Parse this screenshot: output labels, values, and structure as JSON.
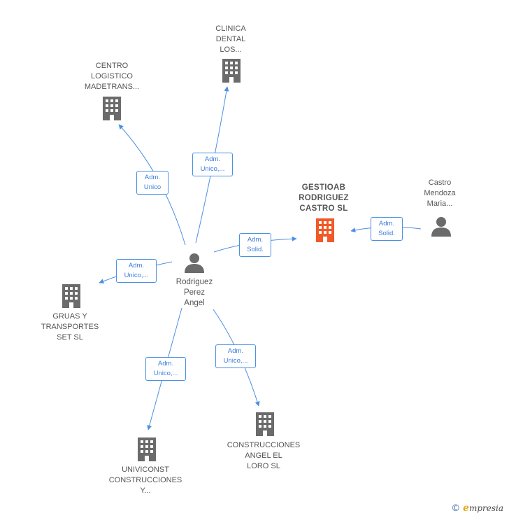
{
  "nodes": {
    "clinica": {
      "label": "CLINICA\nDENTAL\nLOS..."
    },
    "centro": {
      "label": "CENTRO\nLOGISTICO\nMADETRANS..."
    },
    "gestioab": {
      "label": "GESTIOAB\nRODRIGUEZ\nCASTRO  SL"
    },
    "castro": {
      "label": "Castro\nMendoza\nMaria..."
    },
    "rodriguez": {
      "label": "Rodriguez\nPerez\nAngel"
    },
    "gruas": {
      "label": "GRUAS Y\nTRANSPORTES\nSET  SL"
    },
    "univiconst": {
      "label": "UNIVICONST\nCONSTRUCCIONES\nY..."
    },
    "construcciones": {
      "label": "CONSTRUCCIONES\nANGEL EL\nLORO SL"
    }
  },
  "edges": {
    "to_centro": "Adm.\nUnico",
    "to_clinica": "Adm.\nUnico,...",
    "to_gestioab": "Adm.\nSolid.",
    "castro_to_gestioab": "Adm.\nSolid.",
    "to_gruas": "Adm.\nUnico,...",
    "to_univiconst": "Adm.\nUnico,...",
    "to_construcciones": "Adm.\nUnico,..."
  },
  "colors": {
    "edge": "#4a90e2",
    "company_icon": "#6b6b6b",
    "focus_icon": "#f05a28",
    "person_icon": "#6b6b6b"
  },
  "brand": {
    "symbol": "©",
    "initial": "e",
    "name": "mpresia"
  }
}
